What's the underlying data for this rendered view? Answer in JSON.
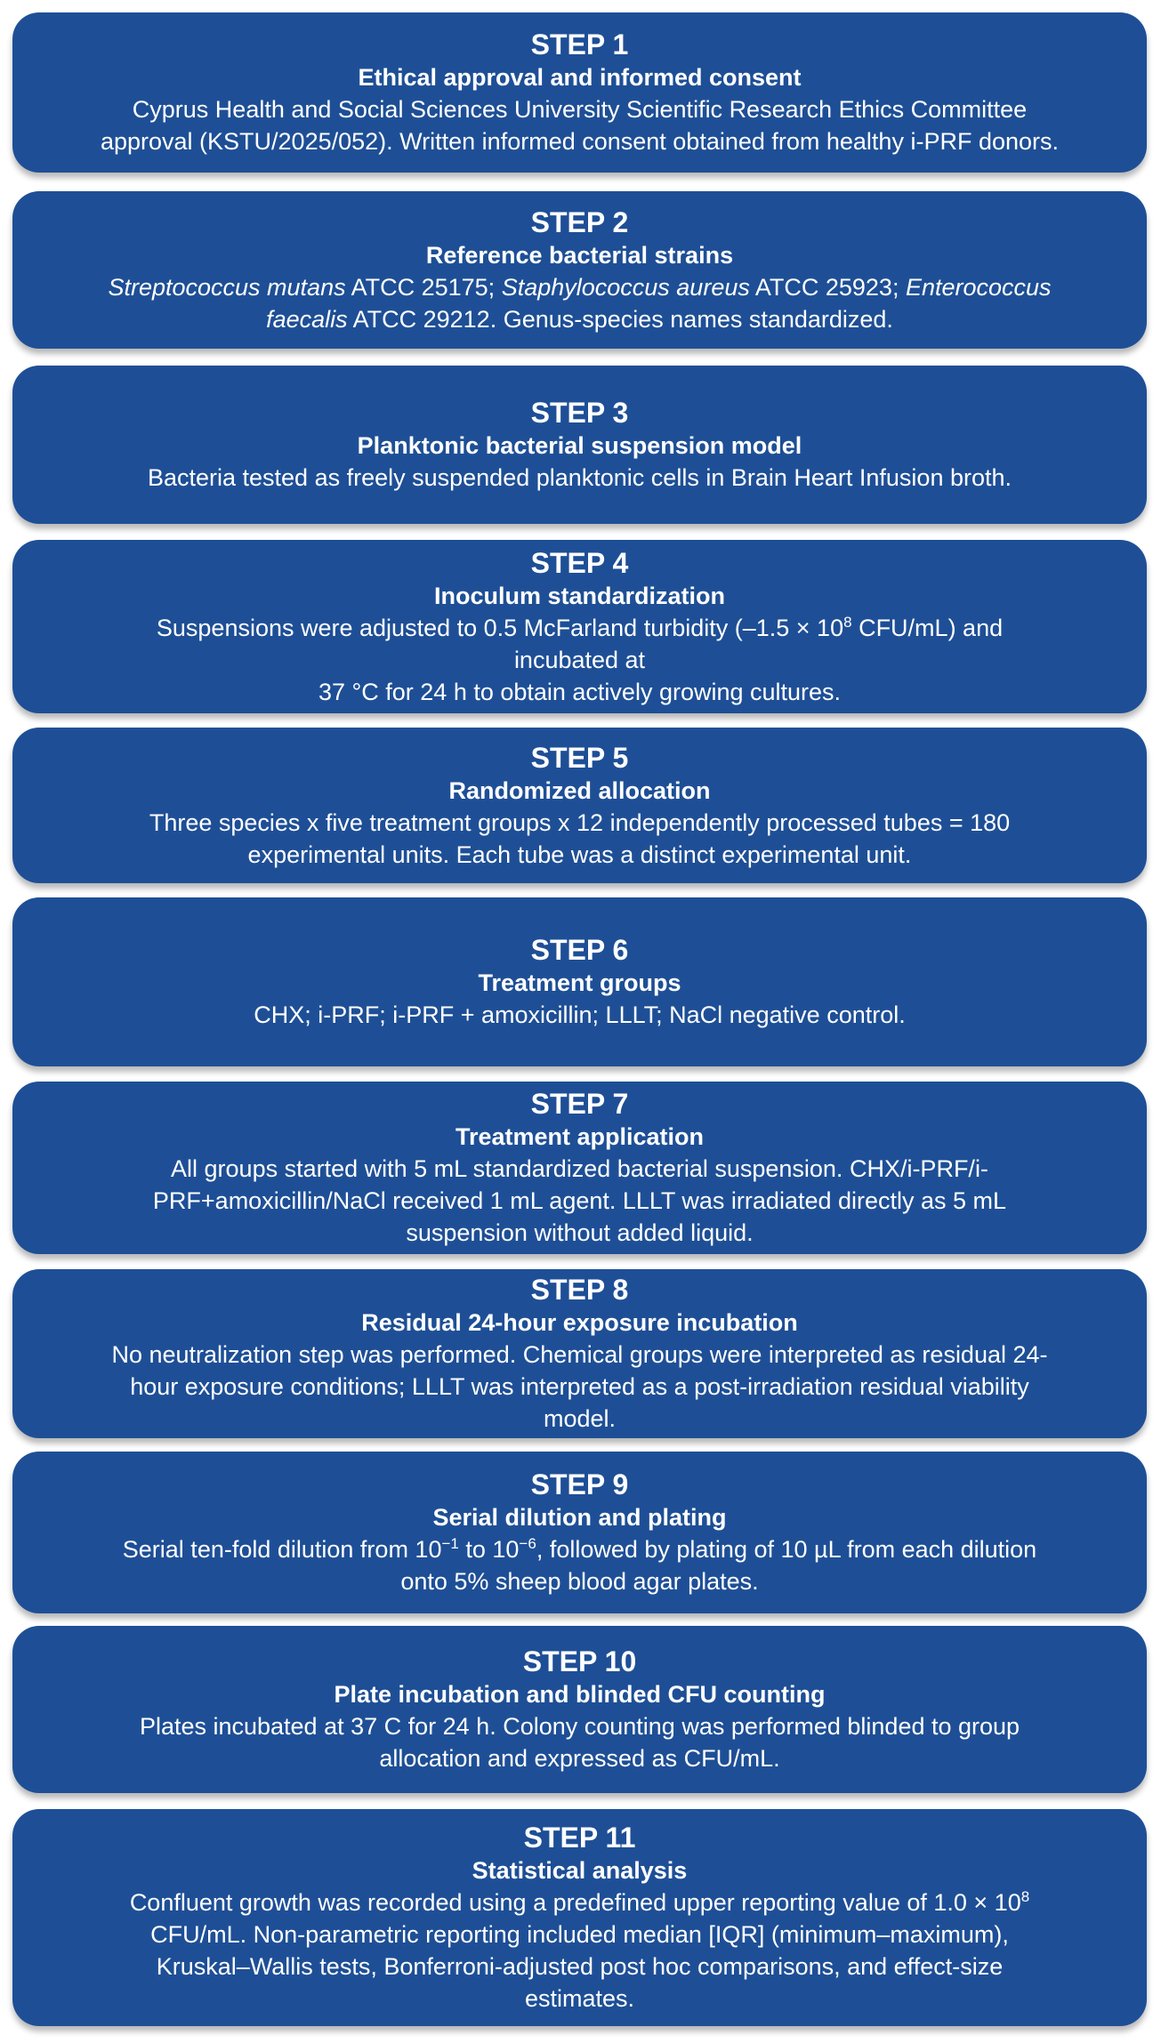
{
  "steps": [
    {
      "label": "STEP 1",
      "title": "Ethical approval and informed consent",
      "description": [
        [
          {
            "text": "Cyprus Health and Social Sciences University Scientific Research Ethics Committee"
          }
        ],
        [
          {
            "text": "approval (KSTU/2025/052). Written informed consent obtained from healthy i-PRF donors."
          }
        ]
      ]
    },
    {
      "label": "STEP 2",
      "title": "Reference bacterial strains",
      "description": [
        [
          {
            "text": "Streptococcus mutans",
            "italic": true
          },
          {
            "text": " ATCC 25175; "
          },
          {
            "text": "Staphylococcus aureus",
            "italic": true
          },
          {
            "text": " ATCC 25923; "
          },
          {
            "text": "Enterococcus",
            "italic": true
          }
        ],
        [
          {
            "text": "faecalis",
            "italic": true
          },
          {
            "text": " ATCC 29212. Genus-species names standardized."
          }
        ]
      ]
    },
    {
      "label": "STEP 3",
      "title": "Planktonic bacterial suspension model",
      "description": [
        [
          {
            "text": "Bacteria tested as freely suspended planktonic cells in Brain Heart Infusion broth."
          }
        ]
      ]
    },
    {
      "label": "STEP 4",
      "title": "Inoculum standardization",
      "description": [
        [
          {
            "text": "Suspensions were adjusted to 0.5 McFarland turbidity (–1.5 × 10"
          },
          {
            "text": "8",
            "sup": true
          },
          {
            "text": " CFU/mL) and"
          }
        ],
        [
          {
            "text": "incubated at"
          }
        ],
        [
          {
            "text": "37 °C for 24 h to obtain actively growing cultures."
          }
        ]
      ]
    },
    {
      "label": "STEP 5",
      "title": "Randomized allocation",
      "description": [
        [
          {
            "text": "Three species x five treatment groups x 12 independently processed tubes = 180"
          }
        ],
        [
          {
            "text": "experimental units. Each tube was a distinct experimental unit."
          }
        ]
      ]
    },
    {
      "label": "STEP 6",
      "title": "Treatment groups",
      "description": [
        [
          {
            "text": "CHX; i-PRF; i-PRF + amoxicillin; LLLT; NaCl negative control."
          }
        ]
      ]
    },
    {
      "label": "STEP 7",
      "title": "Treatment application",
      "description": [
        [
          {
            "text": "All groups started with 5 mL standardized bacterial suspension. CHX/i-PRF/i-"
          }
        ],
        [
          {
            "text": "PRF+amoxicillin/NaCl received 1 mL agent. LLLT was irradiated directly as 5 mL"
          }
        ],
        [
          {
            "text": "suspension without added liquid."
          }
        ]
      ]
    },
    {
      "label": "STEP 8",
      "title": "Residual 24-hour exposure incubation",
      "description": [
        [
          {
            "text": "No neutralization step was performed. Chemical groups were interpreted as residual 24-"
          }
        ],
        [
          {
            "text": "hour exposure conditions; LLLT was interpreted as a post-irradiation residual viability"
          }
        ],
        [
          {
            "text": "model."
          }
        ]
      ]
    },
    {
      "label": "STEP 9",
      "title": "Serial dilution and plating",
      "description": [
        [
          {
            "text": "Serial ten-fold dilution from 10"
          },
          {
            "text": "−1",
            "sup": true
          },
          {
            "text": " to 10"
          },
          {
            "text": "−6",
            "sup": true
          },
          {
            "text": ", followed by plating of 10 µL from each dilution"
          }
        ],
        [
          {
            "text": "onto 5% sheep blood agar plates."
          }
        ]
      ]
    },
    {
      "label": "STEP 10",
      "title": "Plate incubation and blinded CFU counting",
      "description": [
        [
          {
            "text": "Plates incubated at 37 C for 24 h. Colony counting was performed blinded to group"
          }
        ],
        [
          {
            "text": "allocation and expressed as CFU/mL."
          }
        ]
      ]
    },
    {
      "label": "STEP 11",
      "title": "Statistical analysis",
      "description": [
        [
          {
            "text": "Confluent growth was recorded using a predefined upper reporting value of 1.0 × 10"
          },
          {
            "text": "8",
            "sup": true
          }
        ],
        [
          {
            "text": "CFU/mL. Non-parametric reporting included median [IQR] (minimum–maximum),"
          }
        ],
        [
          {
            "text": "Kruskal–Wallis tests, Bonferroni-adjusted post hoc comparisons, and effect-size"
          }
        ],
        [
          {
            "text": "estimates."
          }
        ]
      ]
    }
  ],
  "colors": {
    "box_fill": "#1e4f96",
    "text": "#ffffff",
    "background": "#ffffff"
  }
}
